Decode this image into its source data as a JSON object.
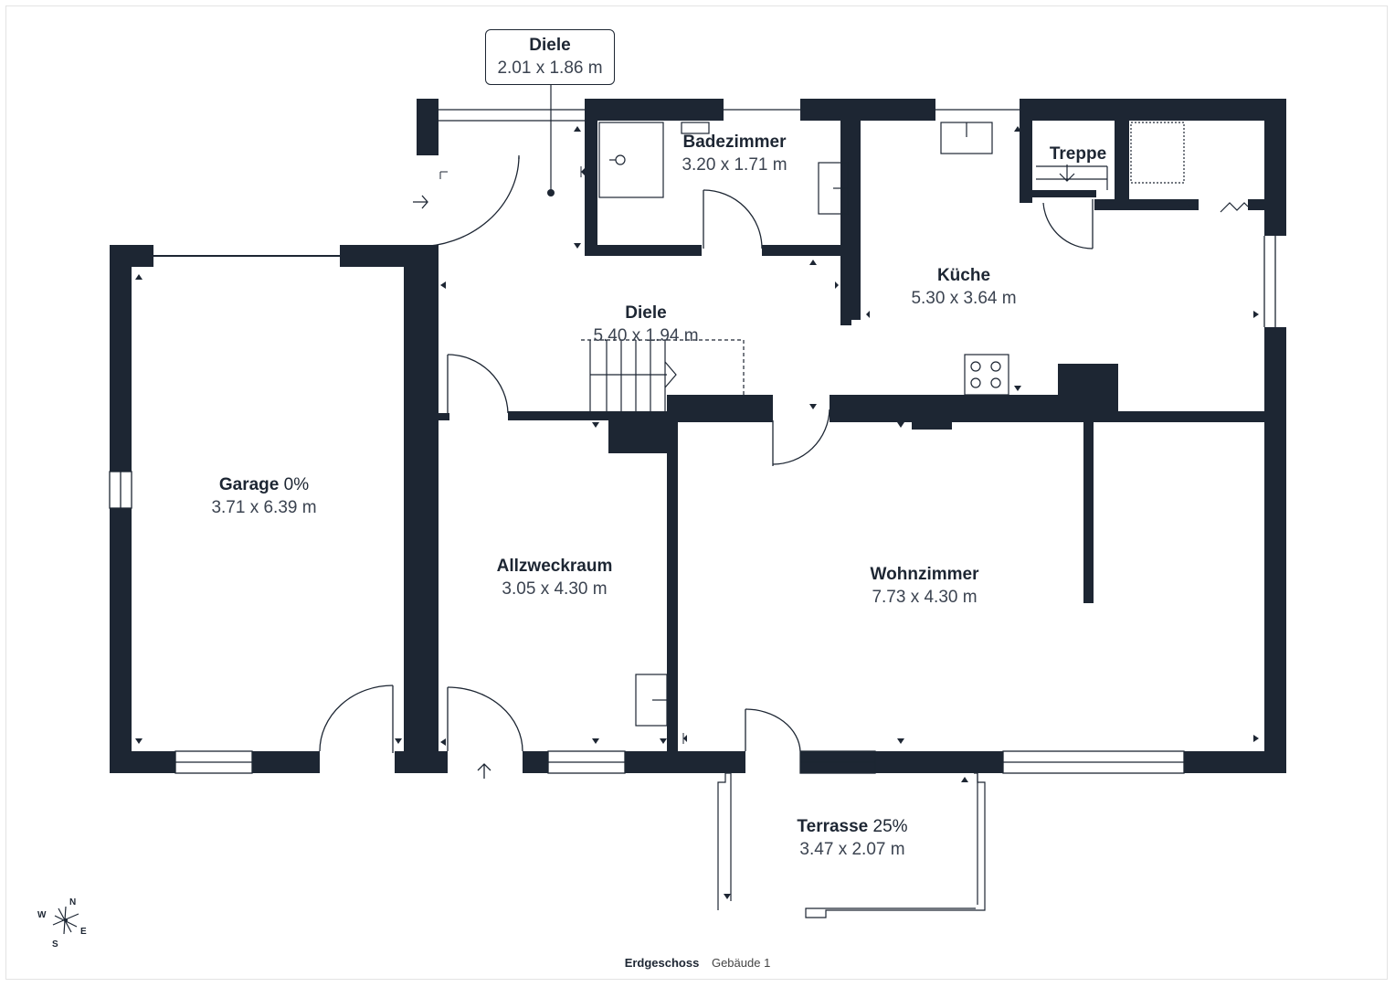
{
  "plan": {
    "floor_name": "Erdgeschoss",
    "building": "Gebäude 1",
    "wall_color": "#1d2633"
  },
  "callout": {
    "name": "Diele",
    "dims": "2.01 x 1.86 m"
  },
  "rooms": {
    "garage": {
      "name": "Garage",
      "percent": "0%",
      "dims": "3.71 x 6.39 m"
    },
    "diele": {
      "name": "Diele",
      "dims": "5.40 x 1.94 m"
    },
    "badezimmer": {
      "name": "Badezimmer",
      "dims": "3.20 x 1.71 m"
    },
    "treppe": {
      "name": "Treppe"
    },
    "kueche": {
      "name": "Küche",
      "dims": "5.30 x 3.64 m"
    },
    "allzweckraum": {
      "name": "Allzweckraum",
      "dims": "3.05 x 4.30 m"
    },
    "wohnzimmer": {
      "name": "Wohnzimmer",
      "dims": "7.73 x 4.30 m"
    },
    "terrasse": {
      "name": "Terrasse",
      "percent": "25%",
      "dims": "3.47 x 2.07 m"
    }
  },
  "compass": {
    "north": "N",
    "east": "E",
    "south": "S",
    "west": "W"
  }
}
